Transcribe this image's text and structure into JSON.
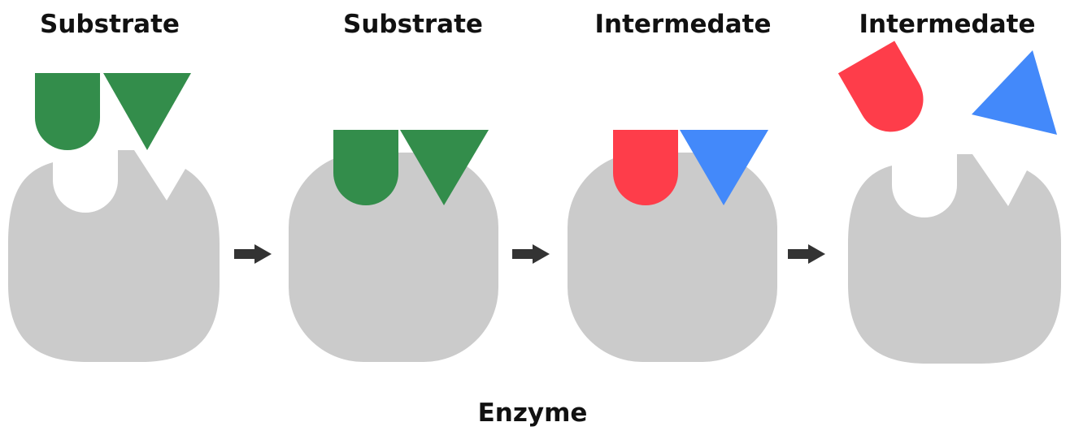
{
  "stages": [
    {
      "label": "Substrate",
      "state": "separate"
    },
    {
      "label": "Substrate",
      "state": "bound"
    },
    {
      "label": "Intermedate",
      "state": "bound"
    },
    {
      "label": "Intermedate",
      "state": "released"
    }
  ],
  "footer_label": "Enzyme",
  "colors": {
    "enzyme": "#cbcbcb",
    "substrate": "#338d4b",
    "intermediate_half": "#fe3d4a",
    "intermediate_triangle": "#4389fa",
    "arrow": "#333333",
    "text": "#111111"
  },
  "icons": {
    "arrow": "arrow-right-icon"
  }
}
